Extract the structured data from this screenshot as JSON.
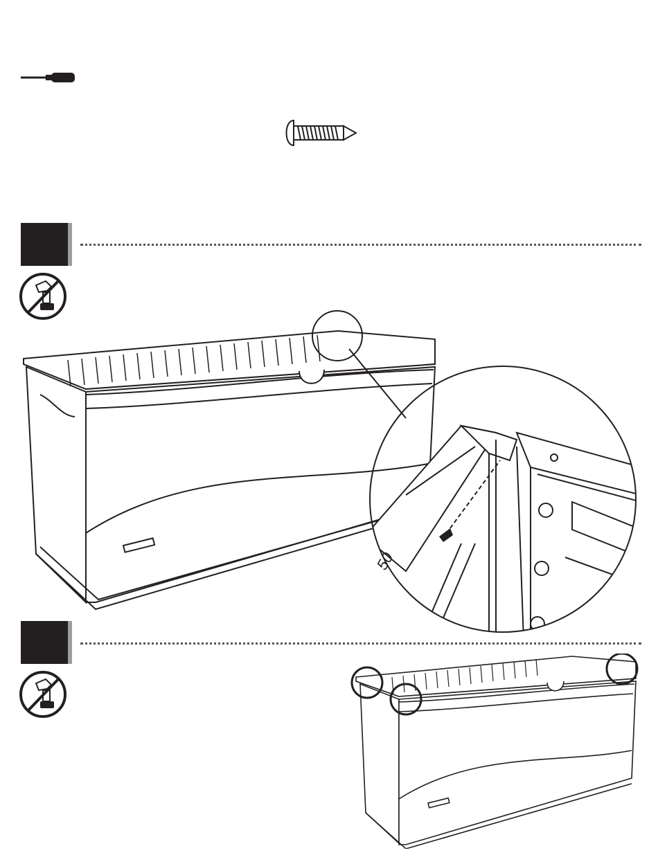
{
  "page": {
    "background": "#ffffff",
    "ink": "#231f20",
    "accent_gray": "#9d9d9d"
  },
  "tools": [
    {
      "icon": "screwdriver-icon"
    },
    {
      "icon": "screw-icon"
    }
  ],
  "steps": [
    {
      "block_icon": "step-marker-icon",
      "warning_icon": "no-power-drill-icon",
      "illustration": "storage-box-with-detail-callout"
    },
    {
      "block_icon": "step-marker-icon",
      "warning_icon": "no-power-drill-icon",
      "illustration": "storage-box-three-corners-circled"
    }
  ],
  "detail_label": "50"
}
